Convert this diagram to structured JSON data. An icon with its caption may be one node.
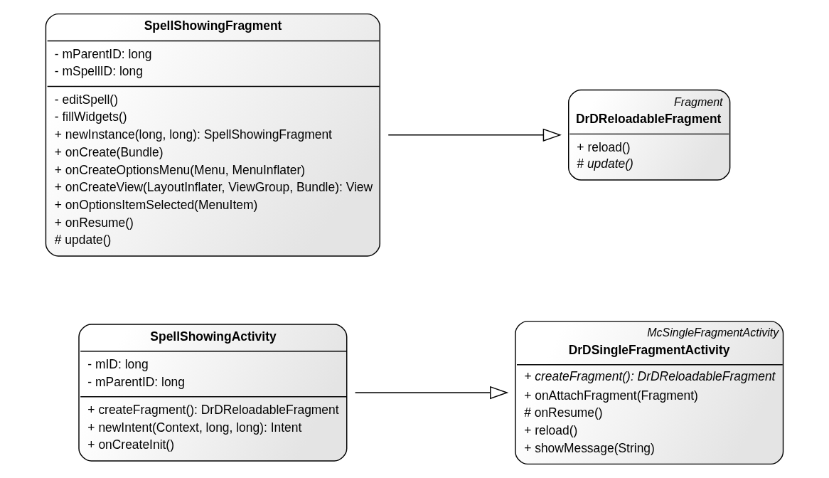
{
  "diagram": {
    "nodes": [
      {
        "text": [
          "SpellShowingActivity",
          "- mID: long",
          "- mParentID: long",
          "+ createFragment(): DrDReloadableFragment",
          "+ newIntent(Context, long, long): Intent",
          "+ onCreateInit()"
        ]
      },
      {
        "text": [
          "McSingleFragmentActivity",
          "DrDSingleFragmentActivity",
          "+ createFragment(): DrDReloadableFragment",
          "+ onAttachFragment(Fragment)",
          "# onResume()",
          "+ reload()",
          "+ showMessage(String)"
        ]
      },
      {
        "text": [
          "SpellShowingFragment",
          "- mParentID: long",
          "- mSpellID: long",
          "- editSpell()",
          "- fillWidgets()",
          "+ newInstance(long, long): SpellShowingFragment",
          "+ onCreate(Bundle)",
          "+ onCreateOptionsMenu(Menu, MenuInflater)",
          "+ onCreateView(LayoutInflater, ViewGroup, Bundle): View",
          "+ onOptionsItemSelected(MenuItem)",
          "+ onResume()",
          "# update()"
        ]
      },
      {
        "text": [
          "Fragment",
          "DrDReloadableFragment",
          "+ reload()",
          "# update()"
        ]
      }
    ],
    "edges": [
      {
        "from": 0,
        "to": 1,
        "arrow": "to"
      },
      {
        "from": 2,
        "to": 3,
        "arrow": "to"
      }
    ]
  }
}
